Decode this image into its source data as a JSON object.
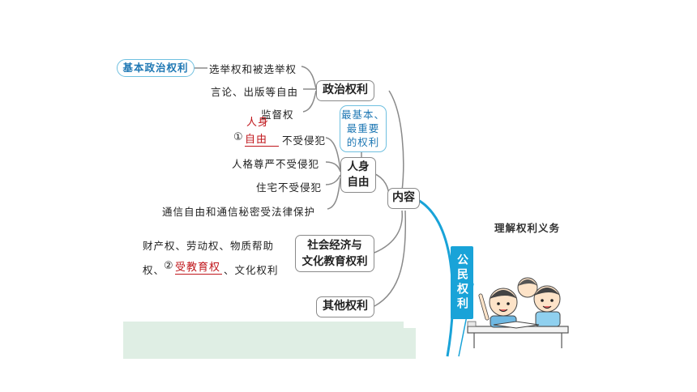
{
  "root": "内容",
  "side_label": "公民权利",
  "topic": "理解权利义务",
  "political": {
    "label": "政治权利",
    "tag": "基本政治权利",
    "items": [
      "选举权和被选举权",
      "言论、出版等自由",
      "监督权"
    ]
  },
  "person": {
    "label_line1": "人身",
    "label_line2": "自由",
    "note": [
      "最基本、",
      "最重要",
      "的权利"
    ],
    "blank_number": "①",
    "blank_answer_line1": "人身",
    "blank_answer_line2": "自由",
    "blank_suffix": "不受侵犯",
    "items": [
      "人格尊严不受侵犯",
      "住宅不受侵犯",
      "通信自由和通信秘密受法律保护"
    ]
  },
  "social": {
    "label_line1": "社会经济与",
    "label_line2": "文化教育权利",
    "line1": "财产权、劳动权、物质帮助",
    "line2_prefix": "权、",
    "blank_number": "②",
    "blank_answer": "受教育权",
    "line2_suffix": "、文化权利"
  },
  "other": {
    "label": "其他权利"
  },
  "colors": {
    "branch": "#8a8a8a",
    "accent_blue": "#19a3d8",
    "answer_red": "#c0161b",
    "footer_green": "#dfeee4"
  }
}
